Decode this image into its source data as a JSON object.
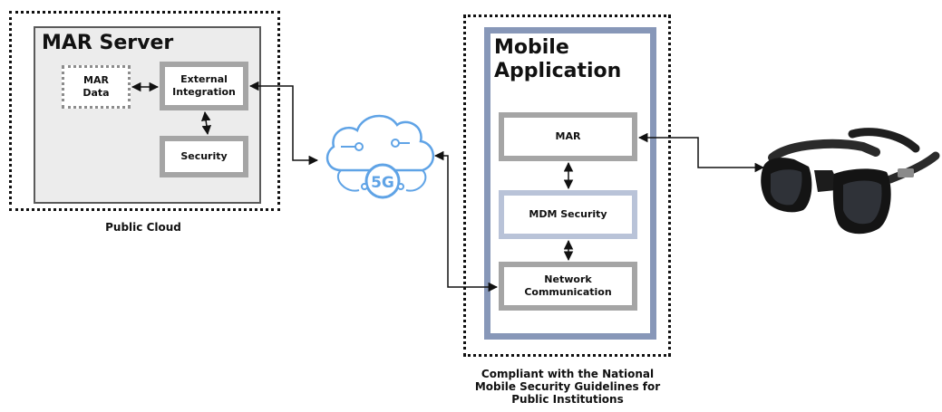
{
  "public_cloud": {
    "caption": "Public Cloud",
    "server_title": "MAR Server",
    "mar_data": "MAR Data",
    "external_integration": "External Integration",
    "security": "Security"
  },
  "network": {
    "badge": "5G"
  },
  "mobile": {
    "title": "Mobile Application",
    "mar": "MAR",
    "mdm_security": "MDM Security",
    "network_communication": "Network Communication",
    "caption": "Compliant with the National Mobile Security Guidelines for Public Institutions"
  },
  "colors": {
    "mobile_frame": "#8797b8",
    "server_bg": "#ececec",
    "inner_border": "#a5a5a5",
    "mdm_border": "#b9c3d8",
    "cloud_stroke": "#5fa3e6",
    "arrow": "#111111"
  },
  "icons": [
    "cloud-5g-icon",
    "ar-glasses-image"
  ]
}
